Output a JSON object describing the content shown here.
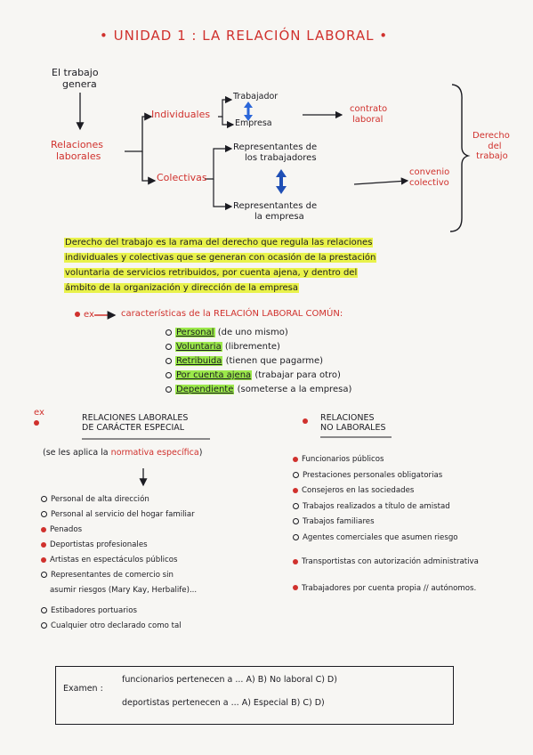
{
  "title": "• UNIDAD 1 : LA RELACIÓN LABORAL •",
  "diagram": {
    "trabajo": [
      "El trabajo",
      "genera"
    ],
    "relaciones": [
      "Relaciones",
      "laborales"
    ],
    "individuales": "Individuales",
    "trabajador": "Trabajador",
    "empresa": "Empresa",
    "contrato": [
      "contrato",
      "laboral"
    ],
    "colectivas": "Colectivas",
    "representantes_trab": [
      "Representantes de",
      "los trabajadores"
    ],
    "representantes_emp": [
      "Representantes de",
      "la empresa"
    ],
    "convenio": [
      "convenio",
      "colectivo"
    ],
    "derecho": [
      "Derecho",
      "del",
      "trabajo"
    ]
  },
  "definition": {
    "lines": [
      "Derecho del trabajo es la rama del derecho que regula las relaciones",
      "individuales y colectivas que se generan con ocasión de la prestación",
      "voluntaria de servicios retribuidos, por cuenta ajena, y dentro del",
      "ámbito de la organización y dirección de la empresa"
    ]
  },
  "characteristics": {
    "ex": "ex",
    "heading": "características de la RELACIÓN LABORAL COMÚN:",
    "items": [
      {
        "term": "Personal",
        "note": "(de uno mismo)"
      },
      {
        "term": "Voluntaria",
        "note": "(libremente)"
      },
      {
        "term": "Retribuida",
        "note": "(tienen que pagarme)"
      },
      {
        "term": "Por cuenta ajena",
        "note": "(trabajar para otro)"
      },
      {
        "term": "Dependiente",
        "note": "(someterse a la empresa)"
      }
    ]
  },
  "special": {
    "ex": "ex",
    "heading": [
      "RELACIONES LABORALES",
      "DE CARÁCTER ESPECIAL"
    ],
    "intro_a": "(se les aplica la",
    "intro_b": "normativa específica",
    "intro_c": ")",
    "items": [
      "Personal de alta dirección",
      "Personal al servicio del hogar familiar",
      "Penados",
      "Deportistas profesionales",
      "Artistas en espectáculos públicos",
      "Representantes de comercio sin",
      "asumir riesgos (Mary Kay, Herbalife)...",
      "Estibadores portuarios",
      "Cualquier otro declarado como tal"
    ]
  },
  "non_labor": {
    "heading": [
      "RELACIONES",
      "NO LABORALES"
    ],
    "items": [
      "Funcionarios públicos",
      "Prestaciones personales obligatorias",
      "Consejeros en las sociedades",
      "Trabajos realizados a título de amistad",
      "Trabajos familiares",
      "Agentes comerciales que asumen riesgo",
      "Transportistas con autorización administrativa",
      "Trabajadores por cuenta propia // autónomos."
    ]
  },
  "exam": {
    "label": "Examen :",
    "line1": "funcionarios pertenecen a ...  A) B) No laboral  C) D)",
    "line2": "deportistas pertenecen a ... A) Especial B) C) D)"
  }
}
